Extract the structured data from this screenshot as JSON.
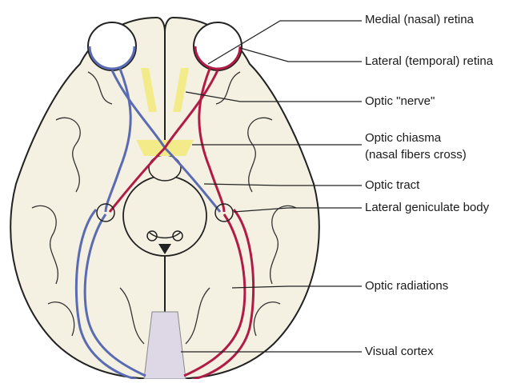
{
  "labels": {
    "medial_retina": "Medial (nasal) retina",
    "lateral_retina": "Lateral (temporal) retina",
    "optic_nerve": "Optic \"nerve\"",
    "optic_chiasma_line1": "Optic chiasma",
    "optic_chiasma_line2": "(nasal fibers cross)",
    "optic_tract": "Optic tract",
    "lateral_geniculate": "Lateral geniculate body",
    "optic_radiations": "Optic radiations",
    "visual_cortex": "Visual cortex"
  },
  "colors": {
    "brain_fill": "#f4f0e2",
    "brain_outline": "#222222",
    "nasal_pathway": "#5b6bb3",
    "temporal_pathway": "#b01c45",
    "optic_nerve_fill": "#f3ea8a",
    "cortex_fill": "#ddd7e6"
  }
}
